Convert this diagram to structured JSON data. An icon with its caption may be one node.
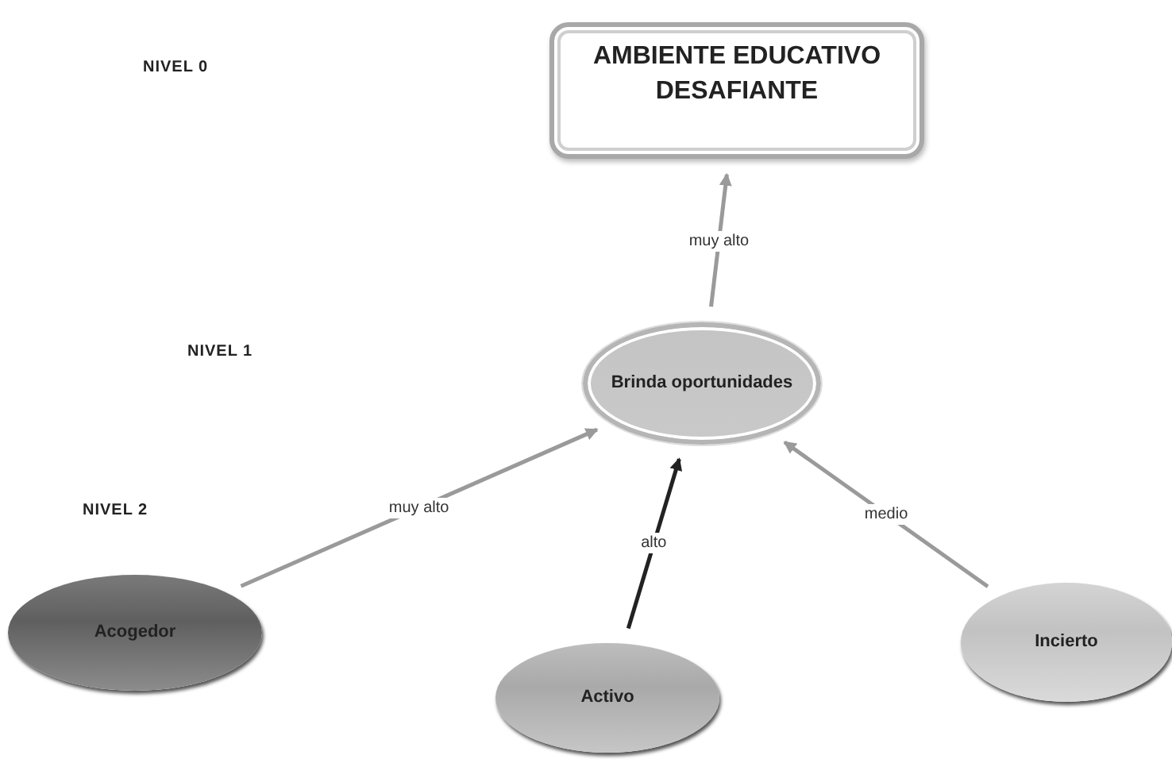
{
  "diagram": {
    "nodes": [
      {
        "text": [
          "AMBIENTE EDUCATIVO DESAFIANTE"
        ]
      },
      {
        "text": [
          "Brinda oportunidades"
        ]
      },
      {
        "text": [
          "Acogedor"
        ]
      },
      {
        "text": [
          "Activo"
        ]
      },
      {
        "text": [
          "Incierto"
        ]
      }
    ],
    "edges": [
      {
        "from": 1,
        "to": 0,
        "arrow": "to",
        "label": "muy alto"
      },
      {
        "from": 2,
        "to": 1,
        "arrow": "to",
        "label": "muy alto"
      },
      {
        "from": 3,
        "to": 1,
        "arrow": "to",
        "label": "alto",
        "color": "#222222"
      },
      {
        "from": 4,
        "to": 1,
        "arrow": "to",
        "label": "medio"
      }
    ],
    "labels": [
      "NIVEL 0",
      "NIVEL 1",
      "NIVEL 2"
    ]
  }
}
